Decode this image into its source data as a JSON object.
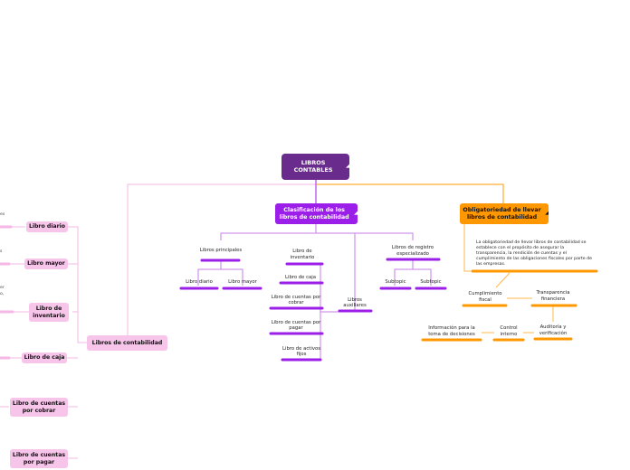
{
  "root": {
    "label": "LIBROS CONTABLES"
  },
  "clasificacion": {
    "label": "Clasificación de los libros de contabilidad",
    "principales": {
      "label": "Libros principales",
      "items": [
        "Libro diario",
        "Libro mayor"
      ]
    },
    "middle_items": [
      "Libro de inventario",
      "Libro de caja",
      "Libro de cuentas por cobrar",
      "Libro de cuentas por pagar",
      "Libro de activos fijos"
    ],
    "auxiliares": "Libros auxiliares",
    "registro": {
      "label": "Libros de registro especializado",
      "items": [
        "Subtopic",
        "Subtopic"
      ]
    }
  },
  "obligatoriedad": {
    "label": "Obligatoriedad de llevar libros de contabilidad",
    "description": "La obligatoriedad de llevar libros de contabilidad se establece con el propósito de asegurar la transparencia, la rendición de cuentas y el cumplimiento de las obligaciones fiscales por parte de las empresas.",
    "cumplimiento": "Cumplimiento fiscal",
    "transparencia": "Transparencia financiera",
    "auditoria": "Auditoría y verificación",
    "control": "Control interno",
    "informacion": "Información para la toma de decisiones"
  },
  "left_branch": {
    "label": "Libros de contabilidad",
    "items": [
      "Libro diario",
      "Libro mayor",
      "Libro de inventario",
      "Libro de caja",
      "Libro de cuentas por cobrar",
      "Libro de cuentas por pagar"
    ],
    "cut_text": [
      "es",
      "s",
      "er",
      "o,"
    ]
  },
  "colors": {
    "root": "#6a2c8c",
    "purple": "#9b1fe8",
    "orange": "#ff9800",
    "pink": "#f7c4ea"
  }
}
